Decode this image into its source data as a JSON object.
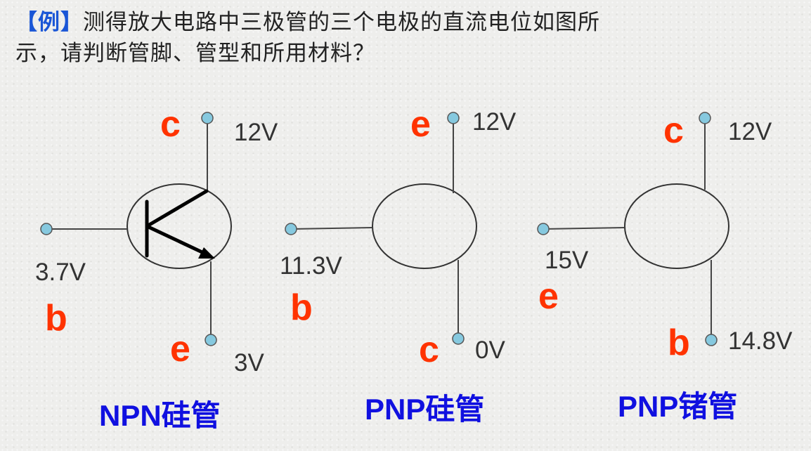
{
  "question": {
    "tag": "【例】",
    "line1": "测得放大电路中三极管的三个电极的直流电位如图所",
    "line2": "示，请判断管脚、管型和所用材料？"
  },
  "transistors": [
    {
      "type_label": "NPN硅管",
      "top": {
        "letter": "c",
        "voltage": "12V"
      },
      "left": {
        "letter": "b",
        "voltage": "3.7V"
      },
      "bottom": {
        "letter": "e",
        "voltage": "3V"
      }
    },
    {
      "type_label": "PNP硅管",
      "top": {
        "letter": "e",
        "voltage": "12V"
      },
      "left": {
        "letter": "b",
        "voltage": "11.3V"
      },
      "bottom": {
        "letter": "c",
        "voltage": "0V"
      }
    },
    {
      "type_label": "PNP锗管",
      "top": {
        "letter": "c",
        "voltage": "12V"
      },
      "left": {
        "letter": "e",
        "voltage": "15V"
      },
      "bottom": {
        "letter": "b",
        "voltage": "14.8V"
      }
    }
  ],
  "colors": {
    "letters": "#ff3300",
    "type_labels": "#1010e0",
    "tag": "#1a56d6",
    "nodes": "#86c9df"
  }
}
